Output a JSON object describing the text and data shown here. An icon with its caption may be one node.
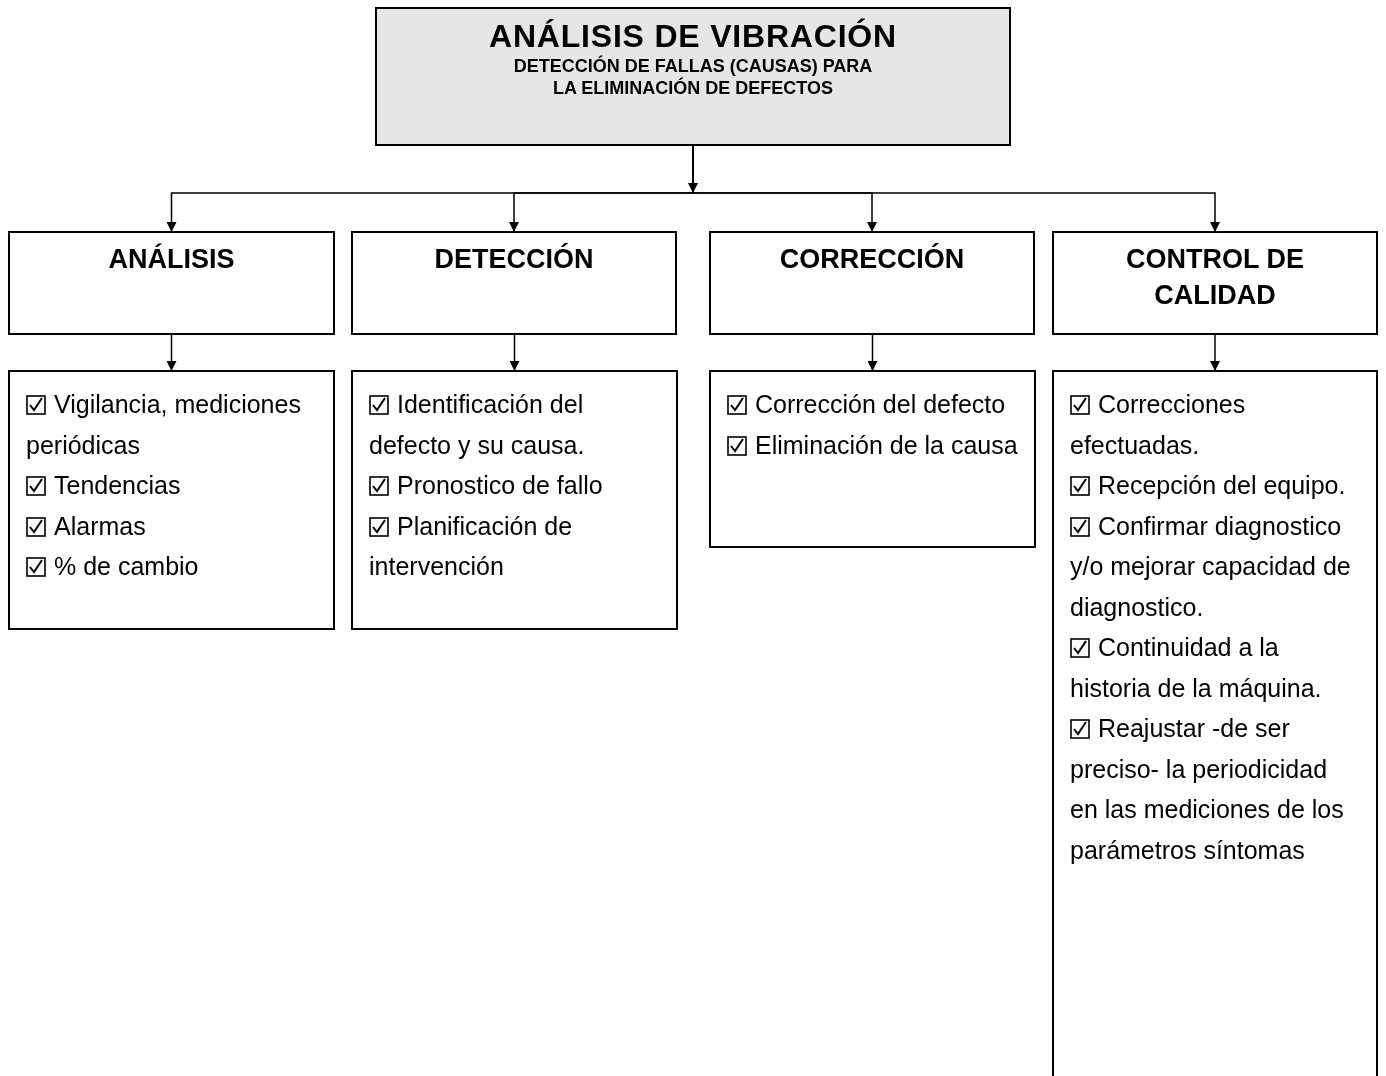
{
  "diagram": {
    "nodes": [
      {
        "text": [
          "ANÁLISIS DE VIBRACIÓN",
          "DETECCIÓN DE FALLAS (CAUSAS) PARA LA ELIMINACIÓN DE DEFECTOS"
        ]
      },
      {
        "text": [
          "ANÁLISIS"
        ]
      },
      {
        "text": [
          "DETECCIÓN"
        ]
      },
      {
        "text": [
          "CORRECCIÓN"
        ]
      },
      {
        "text": [
          "CONTROL DE CALIDAD"
        ]
      },
      {
        "text": [
          "Vigilancia, mediciones periódicas",
          "Tendencias",
          "Alarmas",
          "% de cambio"
        ]
      },
      {
        "text": [
          "Identificación del defecto y su causa.",
          "Pronostico de fallo",
          "Planificación de intervención"
        ]
      },
      {
        "text": [
          "Corrección del defecto",
          "Eliminación de la causa"
        ]
      },
      {
        "text": [
          "Correcciones efectuadas.",
          "Recepción del equipo.",
          "Confirmar diagnostico y/o mejorar capacidad de diagnostico.",
          "Continuidad a la historia de la máquina.",
          "Reajustar -de ser preciso- la periodicidad en las mediciones de los parámetros síntomas"
        ]
      }
    ],
    "edges": [
      {
        "from": 0,
        "to": 1,
        "arrow": "to"
      },
      {
        "from": 0,
        "to": 2,
        "arrow": "to"
      },
      {
        "from": 0,
        "to": 3,
        "arrow": "to"
      },
      {
        "from": 0,
        "to": 4,
        "arrow": "to"
      },
      {
        "from": 1,
        "to": 5,
        "arrow": "to"
      },
      {
        "from": 2,
        "to": 6,
        "arrow": "to"
      },
      {
        "from": 3,
        "to": 7,
        "arrow": "to"
      },
      {
        "from": 4,
        "to": 8,
        "arrow": "to"
      }
    ]
  }
}
